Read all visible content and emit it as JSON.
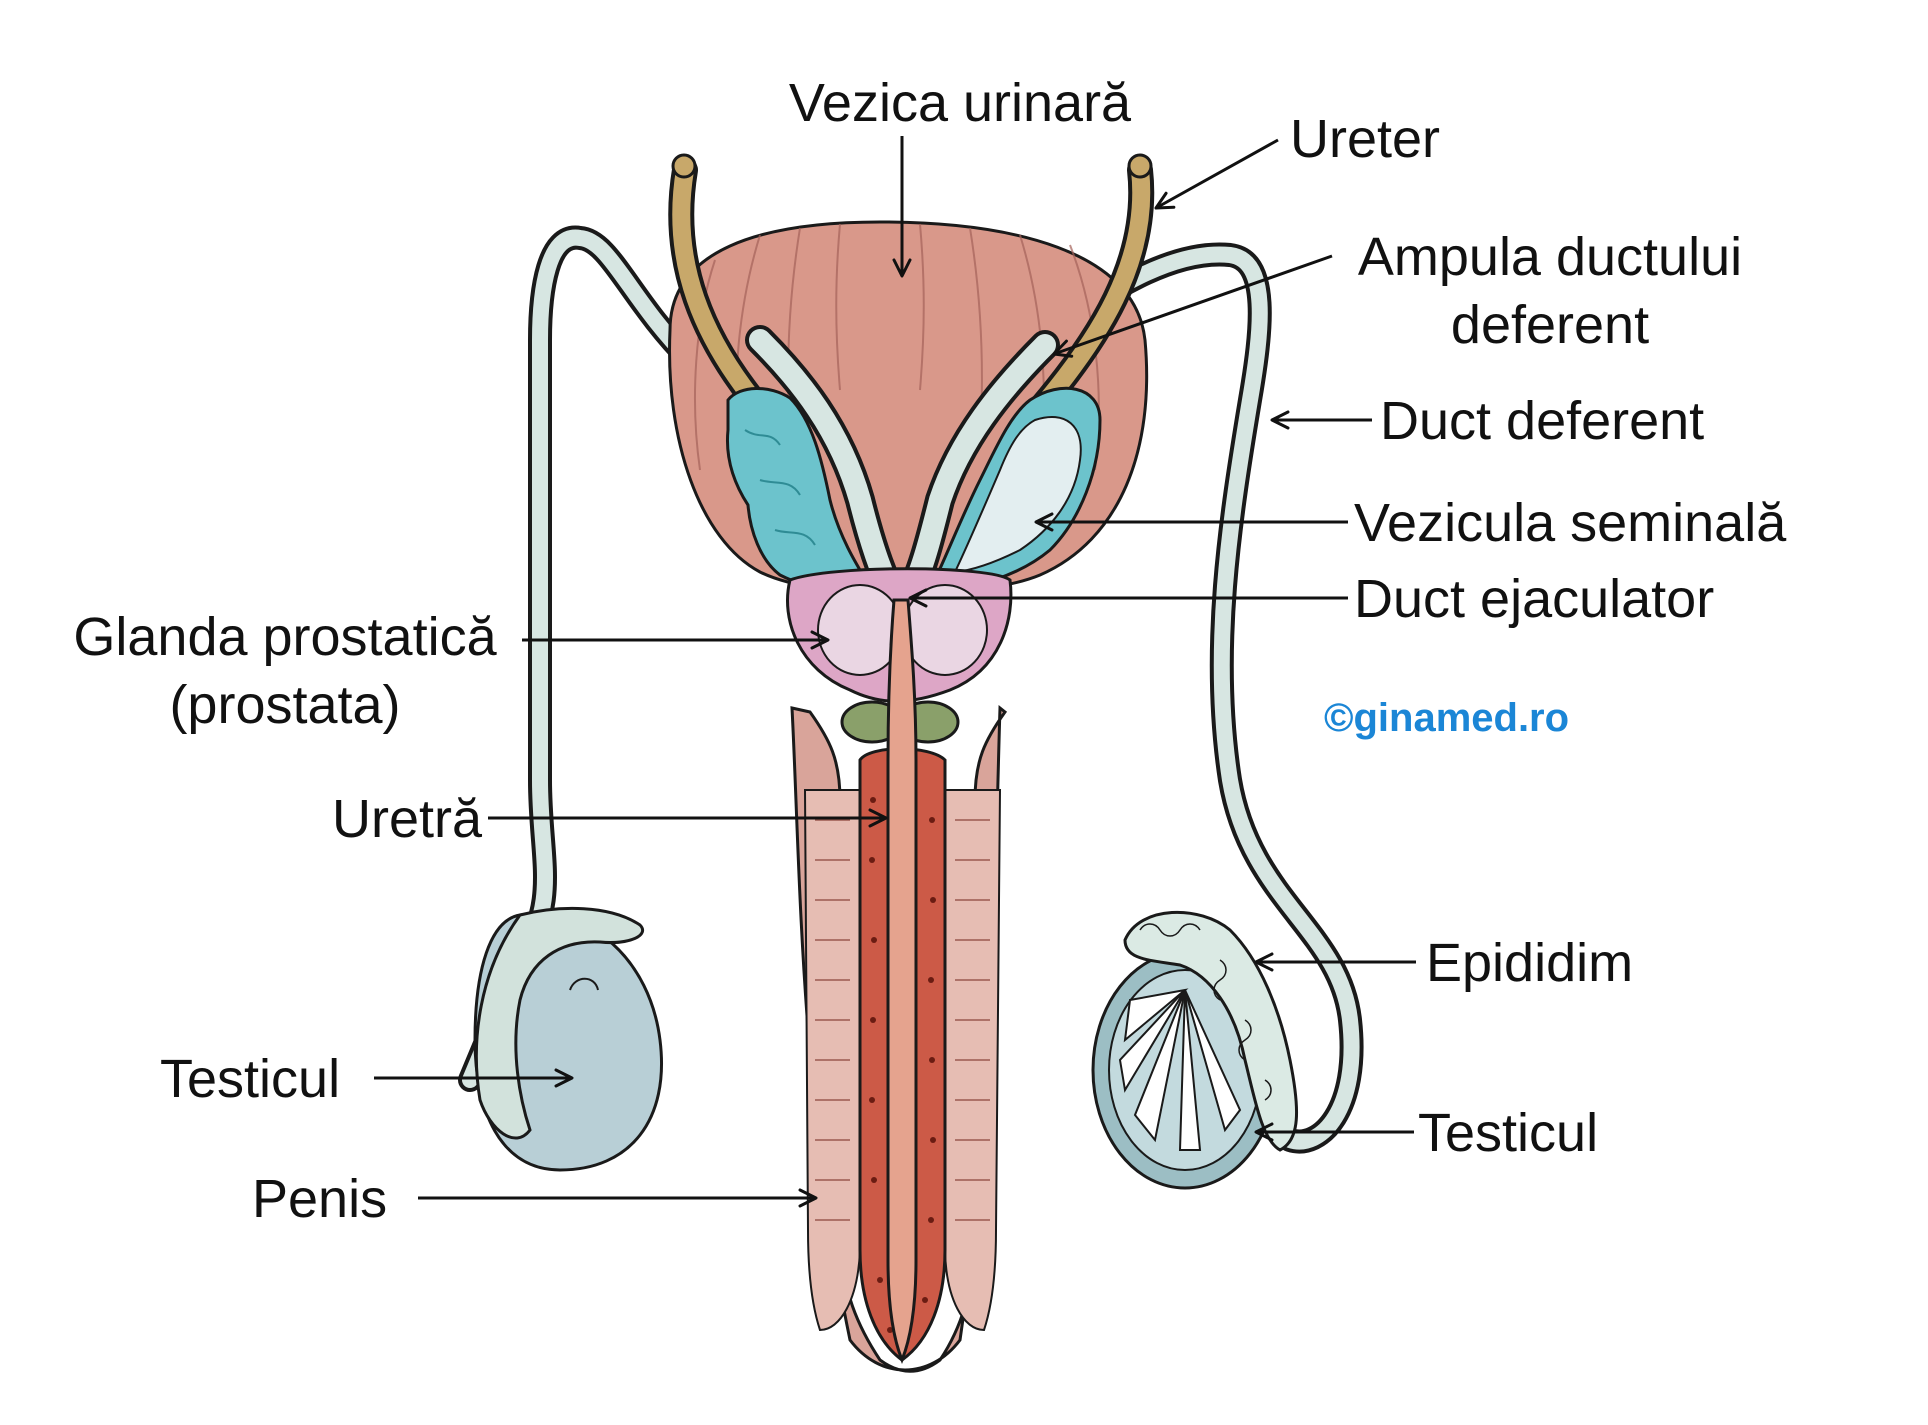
{
  "labels": {
    "bladder": "Vezica urinară",
    "ureter": "Ureter",
    "ampulla_line1": "Ampula ductului",
    "ampulla_line2": "deferent",
    "vas_deferens": "Duct deferent",
    "seminal_vesicle": "Vezicula seminală",
    "ejaculatory_duct": "Duct ejaculator",
    "prostate_line1": "Glanda prostatică",
    "prostate_line2": "(prostata)",
    "urethra": "Uretră",
    "testis_left": "Testicul",
    "penis": "Penis",
    "epididymis": "Epididim",
    "testis_right": "Testicul"
  },
  "credit": "©ginamed.ro",
  "colors": {
    "bladder": "#d9988a",
    "ureter": "#c8a86a",
    "vas": "#d7e6e2",
    "seminal": "#6cc3cc",
    "prostate": "#dda6c6",
    "urethra": "#e5a38e",
    "spongy": "#cc5a47",
    "shaft": "#d9a49a",
    "testis": "#b8cfd6",
    "credit": "#1b86d6",
    "line": "#111111"
  }
}
